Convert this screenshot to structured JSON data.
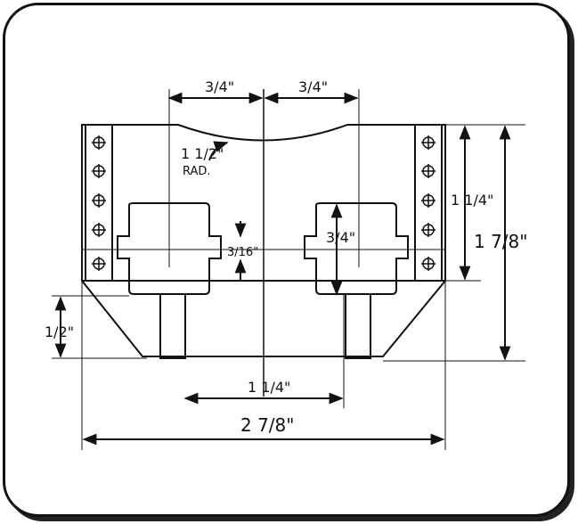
{
  "labels": {
    "top_left_width": "3/4\"",
    "top_right_width": "3/4\"",
    "radius_value": "1 1/2\"",
    "radius_tag": "RAD.",
    "slot_gap": "3/16\"",
    "inner_height": "3/4\"",
    "right_height": "1 1/4\"",
    "total_height": "1 7/8\"",
    "left_leg_height": "1/2\"",
    "center_width": "1 1/4\"",
    "total_width": "2 7/8\""
  },
  "colors": {
    "line": "#111111",
    "background": "#ffffff"
  }
}
